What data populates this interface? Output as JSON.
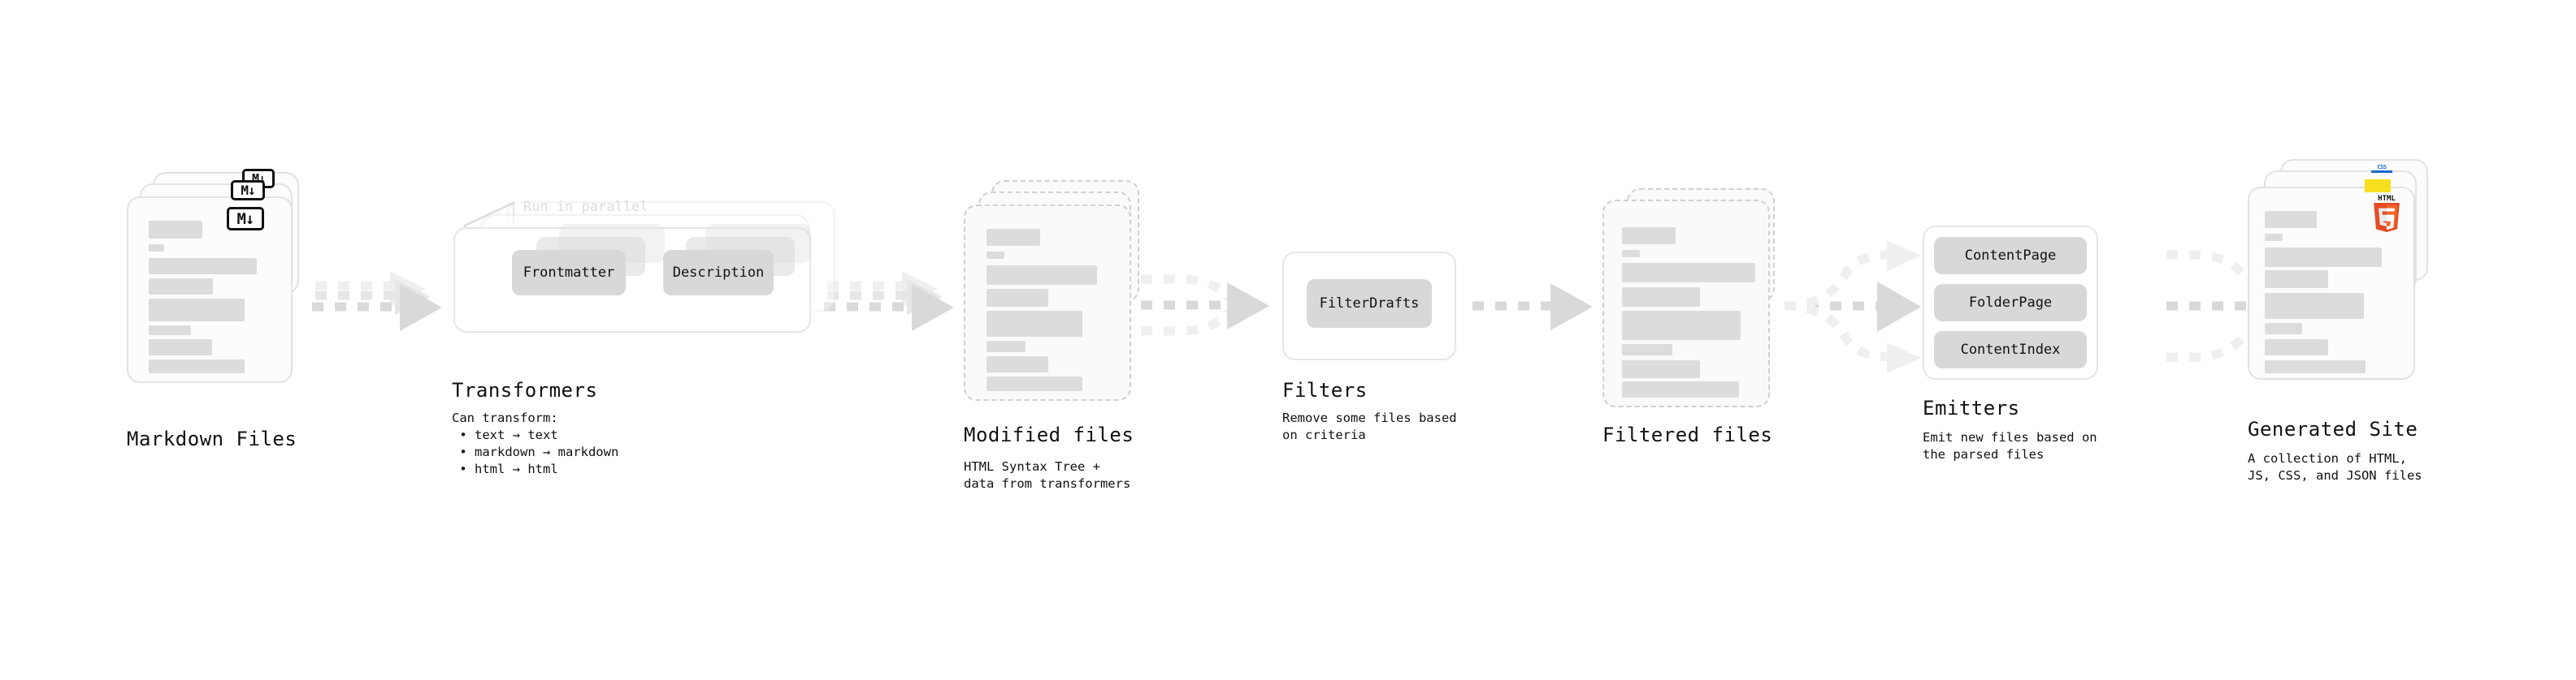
{
  "diagram": {
    "title": "Quartz build pipeline",
    "colors": {
      "text": "#111111",
      "skeleton": "#dcdcdc",
      "card_border_solid": "#e2e2e2",
      "card_border_dashed": "#cfcfcf",
      "chip_fill": "#d8d8d8",
      "arrow": "#d8d8d8",
      "faint_text": "#dcdcdc",
      "html5_orange": "#e44d26",
      "html5_orange_light": "#f16529",
      "js_yellow": "#f7df1e",
      "css_blue": "#1768c6"
    }
  },
  "stages": [
    {
      "id": "markdown-files",
      "title": "Markdown Files",
      "subtitle": "",
      "badge": "M↓",
      "badge_name": "markdown-badge"
    },
    {
      "id": "transformers",
      "title": "Transformers",
      "subtitle": "Can transform:\n • text → text\n • markdown → markdown\n • html → html",
      "note": "Run in parallel",
      "chips": [
        "Frontmatter",
        "Description"
      ]
    },
    {
      "id": "modified-files",
      "title": "Modified files",
      "subtitle": "HTML Syntax Tree +\ndata from transformers"
    },
    {
      "id": "filters",
      "title": "Filters",
      "subtitle": "Remove some files based\non criteria",
      "chips": [
        "FilterDrafts"
      ]
    },
    {
      "id": "filtered-files",
      "title": "Filtered files",
      "subtitle": ""
    },
    {
      "id": "emitters",
      "title": "Emitters",
      "subtitle": "Emit new files based on\nthe parsed files",
      "chips": [
        "ContentPage",
        "FolderPage",
        "ContentIndex"
      ]
    },
    {
      "id": "generated-site",
      "title": "Generated Site",
      "subtitle": "A collection of HTML,\nJS, CSS, and JSON files",
      "badges": [
        "CSS",
        "JS",
        "HTML5"
      ]
    }
  ],
  "labels": {
    "markdown_title": "Markdown Files",
    "markdown_badge": "M↓",
    "transformers_title": "Transformers",
    "transformers_subtitle": "Can transform:\n • text → text\n • markdown → markdown\n • html → html",
    "transformers_note": "Run in parallel",
    "chip_frontmatter": "Frontmatter",
    "chip_description": "Description",
    "modified_title": "Modified files",
    "modified_subtitle": "HTML Syntax Tree +\ndata from transformers",
    "filters_title": "Filters",
    "filters_subtitle": "Remove some files based\non criteria",
    "chip_filterdrafts": "FilterDrafts",
    "filtered_title": "Filtered files",
    "emitters_title": "Emitters",
    "emitters_subtitle": "Emit new files based on\nthe parsed files",
    "chip_contentpage": "ContentPage",
    "chip_folderpage": "FolderPage",
    "chip_contentindex": "ContentIndex",
    "generated_title": "Generated Site",
    "generated_subtitle": "A collection of HTML,\nJS, CSS, and JSON files",
    "css_badge": "CSS",
    "html5_badge": "HTML"
  }
}
